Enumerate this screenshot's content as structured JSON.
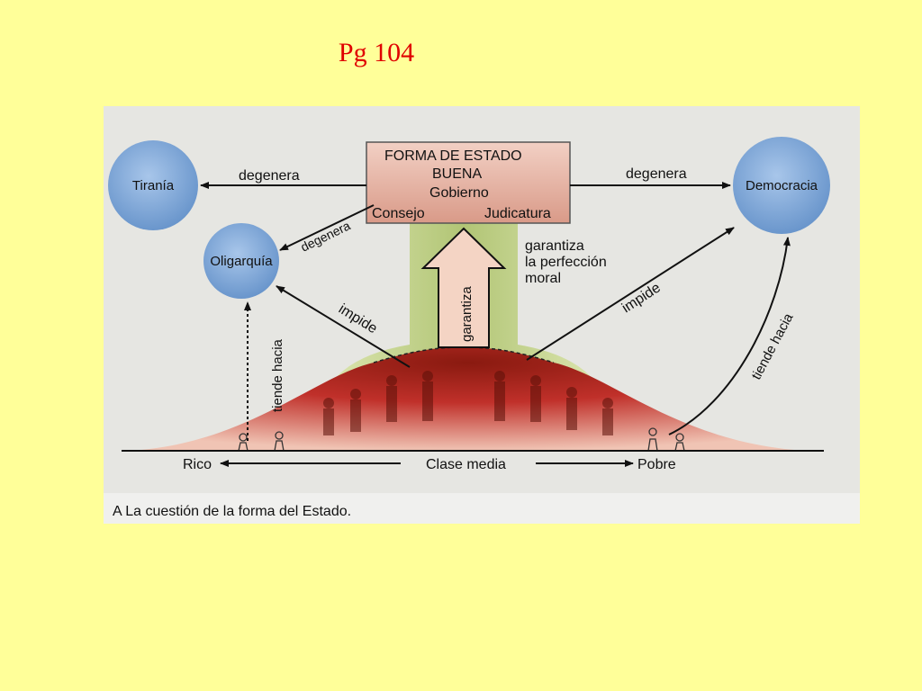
{
  "slide": {
    "title": "Pg 104"
  },
  "diagram": {
    "caption": "A  La cuestión de la forma del Estado.",
    "center_box": {
      "title_line1": "FORMA DE ESTADO",
      "title_line2": "BUENA",
      "gobierno": "Gobierno",
      "consejo": "Consejo",
      "judicatura": "Judicatura"
    },
    "nodes": {
      "tirania": "Tiranía",
      "oligarquia": "Oligarquía",
      "democracia": "Democracia"
    },
    "arrows": {
      "degenera_tirania": "degenera",
      "degenera_oligarquia": "degenera",
      "degenera_democracia": "degenera",
      "garantiza_vertical": "garantiza",
      "garantiza_line1": "garantiza",
      "garantiza_line2": "la perfección",
      "garantiza_line3": "moral",
      "impide_left": "impide",
      "impide_right": "impide",
      "tiende_left": "tiende hacia",
      "tiende_right": "tiende hacia"
    },
    "axis": {
      "rico": "Rico",
      "clase_media": "Clase media",
      "pobre": "Pobre"
    },
    "colors": {
      "node_fill": "#7ca6d8",
      "box_fill": "#e8b8a8",
      "hill_red": "#c0302a",
      "column_green": "#b8cc78",
      "arrow_fill": "#f0c8b8"
    }
  }
}
